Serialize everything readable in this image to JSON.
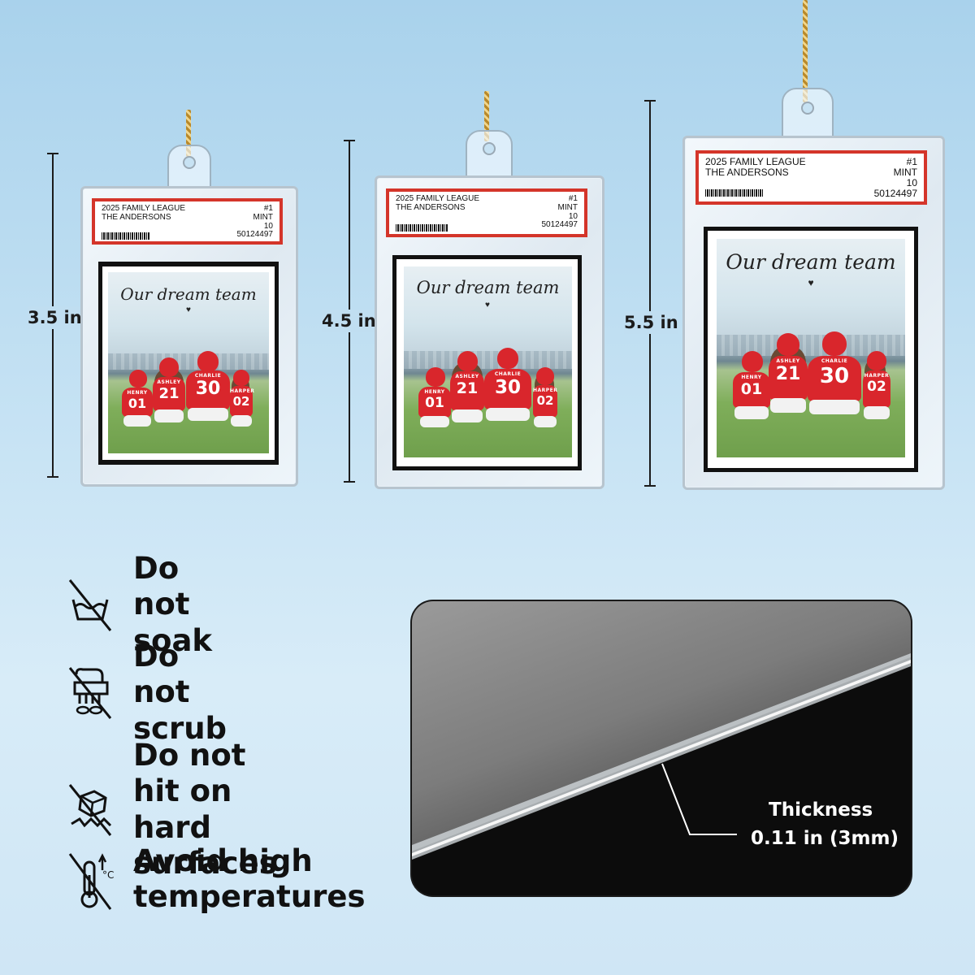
{
  "sizes": [
    {
      "dimension": "3.5 in"
    },
    {
      "dimension": "4.5 in"
    },
    {
      "dimension": "5.5 in"
    }
  ],
  "card_label": {
    "line1": "2025 FAMILY LEAGUE",
    "line2": "THE ANDERSONS",
    "number": "#1",
    "grade_text": "MINT",
    "grade": "10",
    "serial": "50124497"
  },
  "photo": {
    "caption": "Our dream team",
    "heart": "♥",
    "players": [
      {
        "name": "HENRY",
        "number": "01"
      },
      {
        "name": "ASHLEY",
        "number": "21"
      },
      {
        "name": "CHARLIE",
        "number": "30"
      },
      {
        "name": "HARPER",
        "number": "02"
      }
    ]
  },
  "care": [
    {
      "icon": "no-soak-icon",
      "text": "Do not soak"
    },
    {
      "icon": "no-scrub-icon",
      "text": "Do not scrub"
    },
    {
      "icon": "no-hit-icon",
      "text": "Do not hit on\nhard surfaces"
    },
    {
      "icon": "no-heat-icon",
      "text": "Avoid high\ntemperatures"
    }
  ],
  "thickness": {
    "title": "Thickness",
    "value": "0.11 in (3mm)"
  },
  "colors": {
    "label_border": "#d4352a",
    "jersey": "#d9262c",
    "background": "#c7e3f4"
  }
}
